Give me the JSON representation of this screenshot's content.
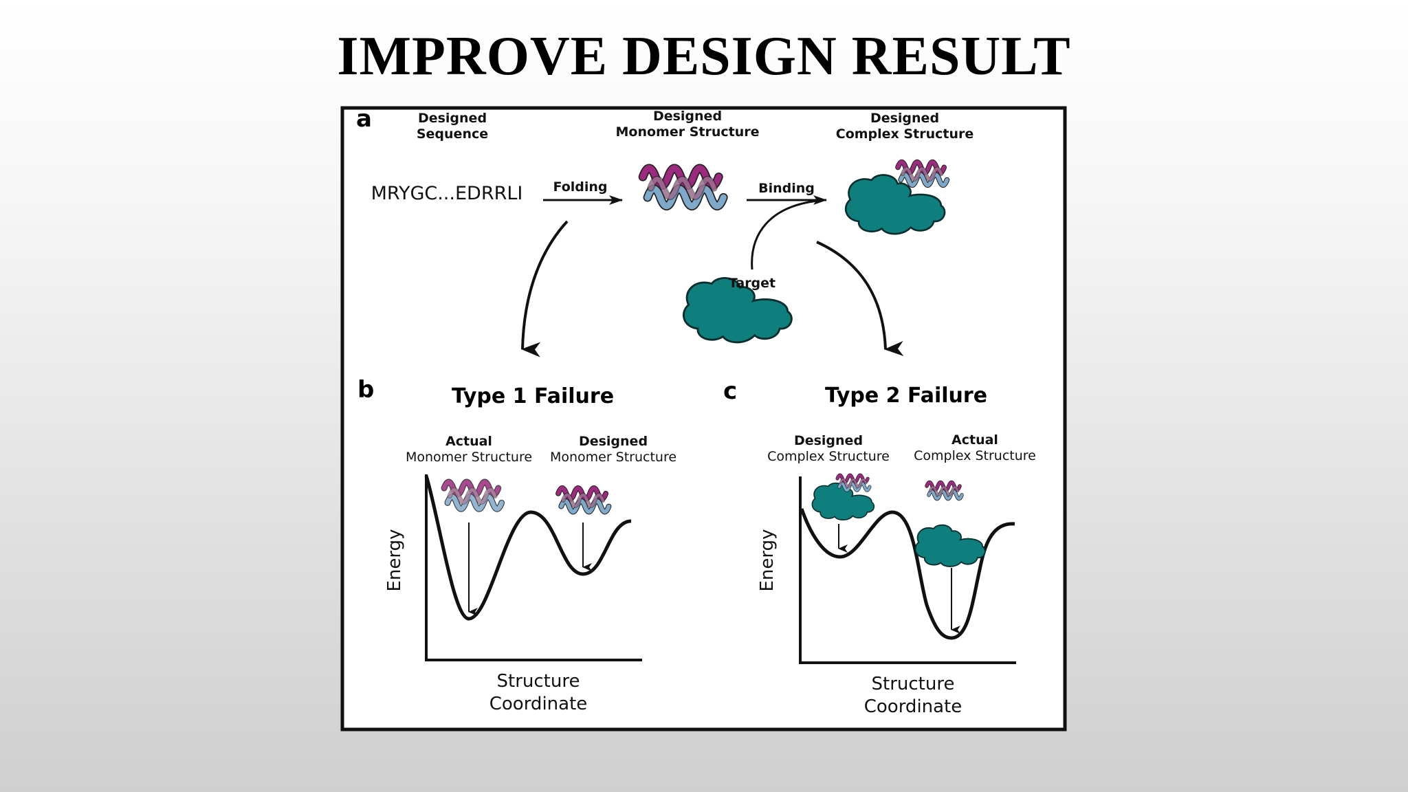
{
  "slide": {
    "title": "IMPROVE DESIGN RESULT"
  },
  "colors": {
    "helix_magenta": "#9c2a7e",
    "helix_blue": "#7fa9c9",
    "protein_teal": "#0f7f7e",
    "frame": "#111111"
  },
  "icons": {
    "helix": "alpha-helix-bundle-icon",
    "protein": "target-protein-blob-icon"
  },
  "panel_a": {
    "letter": "a",
    "designed_sequence": [
      "Designed",
      "Sequence"
    ],
    "designed_monomer": [
      "Designed",
      "Monomer Structure"
    ],
    "designed_complex": [
      "Designed",
      "Complex Structure"
    ],
    "sequence_text": "MRYGC...EDRRLI",
    "folding": "Folding",
    "binding": "Binding",
    "target": "Target"
  },
  "panel_b": {
    "letter": "b",
    "title": "Type 1 Failure",
    "left_label": {
      "bold": "Actual",
      "normal": "Monomer Structure"
    },
    "right_label": {
      "bold": "Designed",
      "normal": "Monomer Structure"
    },
    "y_axis": "Energy",
    "x_axis": [
      "Structure",
      "Coordinate"
    ]
  },
  "panel_c": {
    "letter": "c",
    "title": "Type 2 Failure",
    "left_label": {
      "bold": "Designed",
      "normal": "Complex Structure"
    },
    "right_label": {
      "bold": "Actual",
      "normal": "Complex Structure"
    },
    "y_axis": "Energy",
    "x_axis": [
      "Structure",
      "Coordinate"
    ]
  }
}
